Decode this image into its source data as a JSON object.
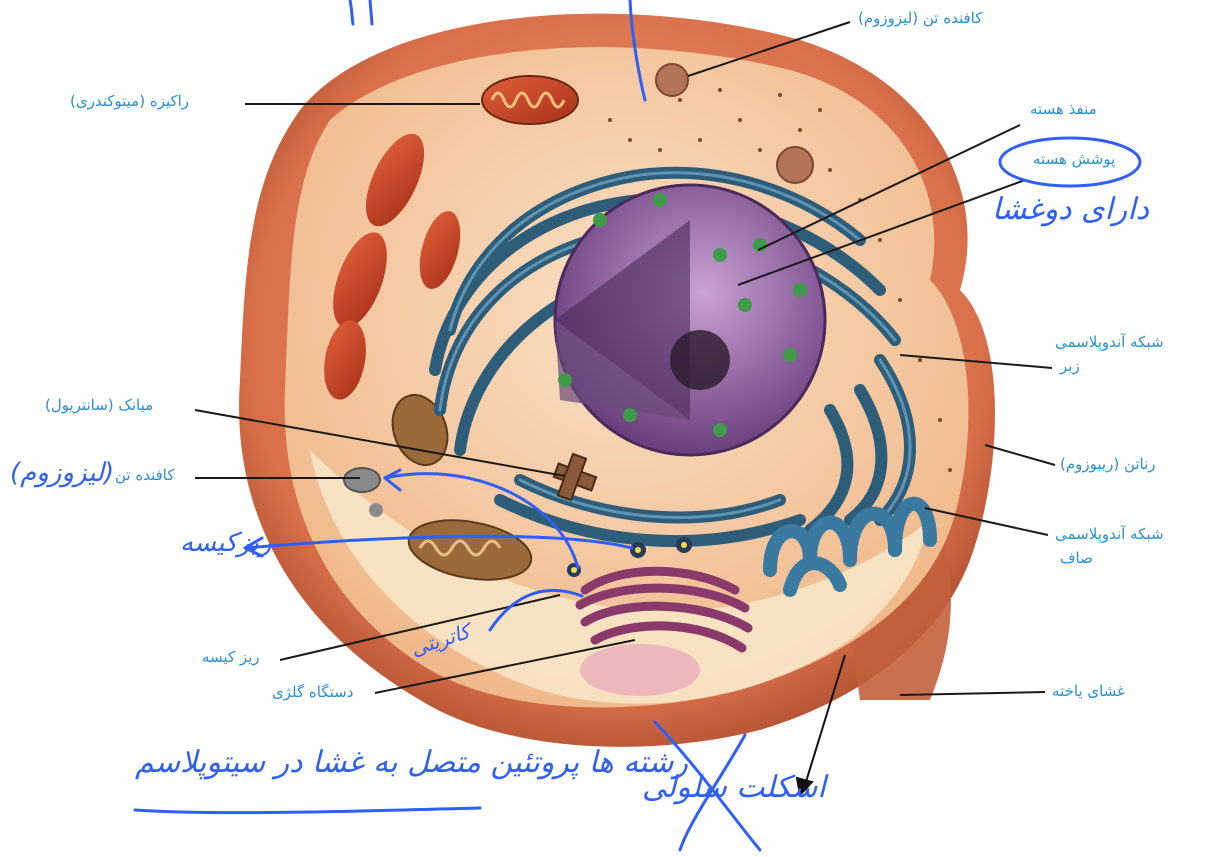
{
  "labels": {
    "lysosome_top": "کافنده تن (لیزوزوم)",
    "mitochondria": "راکیزه (میتوکندری)",
    "nuclear_pore": "منفذ هسته",
    "nuclear_envelope": "پوشش هسته",
    "rough_er_line1": "شبکه آندوپلاسمی",
    "rough_er_line2": "زبر",
    "centriole": "میانک (سانتریول)",
    "lysosome_left": "کافنده تن",
    "ribosome": "رناتن (ریبوزوم)",
    "smooth_er_line1": "شبکه آندوپلاسمی",
    "smooth_er_line2": "صاف",
    "vesicle": "ریز کیسه",
    "golgi": "دستگاه گلژی",
    "cell_membrane": "غشای یاخته"
  },
  "handwriting": {
    "has_double_membrane": "دارای دوغشا",
    "lysosome_note": "(لیزوزوم)",
    "vesicle_note": "ریزکیسه",
    "golgi_note": "کاتریتی",
    "bottom_note_crossed": "اسکلت سلولی",
    "bottom_note": "رشته ها پروتئین متصل به غشا در سیتوپلاسم"
  },
  "colors": {
    "label": "#2a8fd0",
    "ink": "#2f5ff5",
    "cell_outer": "#d9704a",
    "cytoplasm": "#f4c9a0",
    "er": "#2e5d7a",
    "nucleus": "#8a5c9a"
  }
}
